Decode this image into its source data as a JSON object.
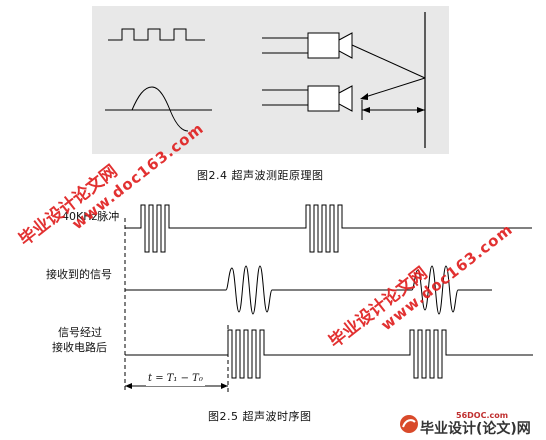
{
  "captions": {
    "fig_2_4": "图2.4 超声波测距原理图",
    "fig_2_5": "图2.5 超声波时序图"
  },
  "timing_labels": {
    "pulse": "40KHz脉冲",
    "received": "接收到的信号",
    "after_circuit_line1": "信号经过",
    "after_circuit_line2": "接收电路后",
    "t_formula": "t = T₁ − T₀"
  },
  "watermarks": {
    "site_cn": "毕业设计论文网",
    "site_url": "www.doc163.com"
  },
  "logo": {
    "site": "56DOC.com",
    "text": "毕业设计(论文)网"
  },
  "colors": {
    "figure_bg": "#e8e8e8",
    "line": "#000000",
    "watermark": "#e02020"
  }
}
